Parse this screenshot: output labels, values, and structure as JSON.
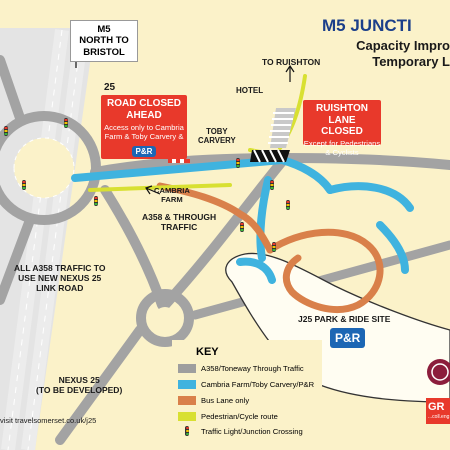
{
  "header": {
    "title": "M5 JUNCTI",
    "subtitle_line1": "Capacity Impro",
    "subtitle_line2": "Temporary L"
  },
  "labels": {
    "m5_sign_line1": "M5",
    "m5_sign_line2": "NORTH TO",
    "m5_sign_line3": "BRISTOL",
    "junction_number": "25",
    "to_ruishton": "TO RUISHTON",
    "hotel": "HOTEL",
    "toby_carvery_line1": "TOBY",
    "toby_carvery_line2": "CARVERY",
    "cambria_farm_line1": "CAMBRIA",
    "cambria_farm_line2": "FARM",
    "a358_line1": "A358 & THROUGH",
    "a358_line2": "TRAFFIC",
    "all_traffic_line1": "ALL A358 TRAFFIC TO",
    "all_traffic_line2": "USE NEW NEXUS 25",
    "all_traffic_line3": "LINK ROAD",
    "park_ride_site": "J25 PARK & RIDE SITE",
    "nexus_line1": "NEXUS 25",
    "nexus_line2": "(TO BE DEVELOPED)",
    "website": "visit travelsomerset.co.uk/j25"
  },
  "road_closed_box": {
    "line1": "ROAD CLOSED",
    "line2": "AHEAD",
    "sub1": "Access only to Cambria",
    "sub2": "Farm & Toby Carvery &",
    "badge": "P&R"
  },
  "ruishton_box": {
    "line1": "RUISHTON LANE",
    "line2": "CLOSED",
    "sub1": "Except for Pedestrians",
    "sub2": "& Cyclists"
  },
  "park_ride_badge": "P&R",
  "key": {
    "title": "KEY",
    "items": [
      {
        "label": "A358/Toneway Through Traffic",
        "color": "#9e9e9e"
      },
      {
        "label": "Cambria Farm/Toby Carvery/P&R",
        "color": "#3fb3df"
      },
      {
        "label": "Bus Lane only",
        "color": "#d9804a"
      },
      {
        "label": "Pedestrian/Cycle route",
        "color": "#d8e032"
      },
      {
        "label": "Traffic Light/Junction Crossing",
        "color": ""
      }
    ]
  },
  "logos": {
    "gr_text": "GR",
    "gr_sub": "...coll.eng"
  },
  "colors": {
    "background": "#fbf2c9",
    "road": "#9e9e9e",
    "access_route": "#3fb3df",
    "bus_lane": "#d9804a",
    "ped_cycle": "#d8e032",
    "closure_red": "#e8392b",
    "title_blue": "#1b3f8a",
    "pr_blue": "#1c66b4"
  }
}
